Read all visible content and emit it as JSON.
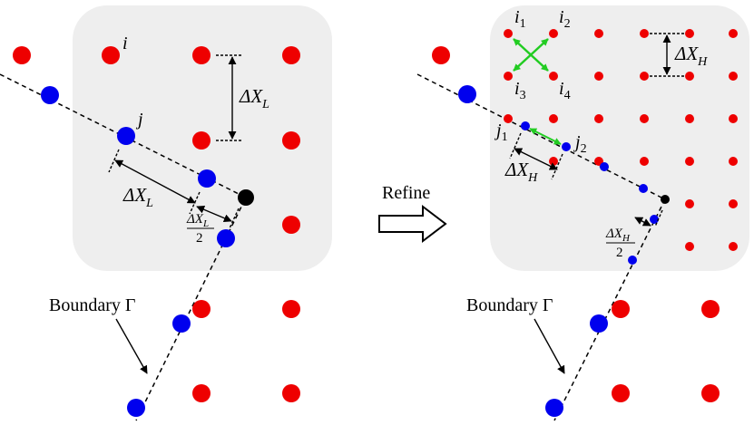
{
  "colors": {
    "interior": "#ee0000",
    "boundary": "#0000ee",
    "corner": "#000000",
    "panel": "#eeeeee",
    "refine_arrow": "#22cc22"
  },
  "left_panel": {
    "label_i": "i",
    "label_j": "j",
    "delta_xl_vertical": {
      "delta": "ΔX",
      "sub": "L"
    },
    "delta_xl_diagonal": {
      "delta": "ΔX",
      "sub": "L"
    },
    "half_xl": {
      "delta": "ΔX",
      "sub": "L",
      "den": "2"
    },
    "boundary_label": "Boundary Γ"
  },
  "middle": {
    "refine_label": "Refine",
    "arrow_icon": "hollow-right-arrow"
  },
  "right_panel": {
    "label_i1": {
      "base": "i",
      "sub": "1"
    },
    "label_i2": {
      "base": "i",
      "sub": "2"
    },
    "label_i3": {
      "base": "i",
      "sub": "3"
    },
    "label_i4": {
      "base": "i",
      "sub": "4"
    },
    "label_j1": {
      "base": "j",
      "sub": "1"
    },
    "label_j2": {
      "base": "j",
      "sub": "2"
    },
    "delta_xh_vertical": {
      "delta": "ΔX",
      "sub": "H"
    },
    "delta_xh_diagonal": {
      "delta": "ΔX",
      "sub": "H"
    },
    "half_xh": {
      "delta": "ΔX",
      "sub": "H",
      "den": "2"
    },
    "boundary_label": "Boundary Γ"
  }
}
